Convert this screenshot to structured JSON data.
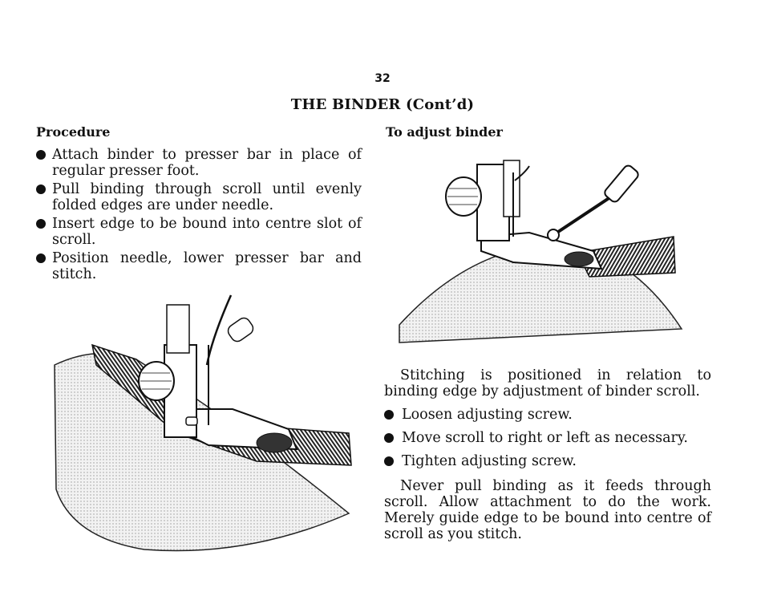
{
  "page": {
    "number": "32",
    "title": "THE BINDER (Cont’d)"
  },
  "left": {
    "heading": "Procedure",
    "steps": [
      "Attach binder to presser bar in place of regular presser foot.",
      "Pull binding through scroll until evenly folded edges are under needle.",
      "Insert edge to be bound into centre slot of scroll.",
      "Position needle, lower presser bar and stitch."
    ]
  },
  "right": {
    "heading": "To adjust binder",
    "intro": "Stitching is positioned in relation to binding edge by adjustment of binder scroll.",
    "steps": [
      "Loosen adjusting screw.",
      "Move scroll to right or left as necessary.",
      "Tighten adjusting screw."
    ],
    "note": "Never pull binding as it feeds through scroll. Allow attachment to do the work. Merely guide edge to be bound into centre of scroll as you stitch."
  },
  "illustrations": {
    "left": "binder-attachment-stitching-illustration",
    "right": "binder-adjustment-screwdriver-illustration"
  }
}
